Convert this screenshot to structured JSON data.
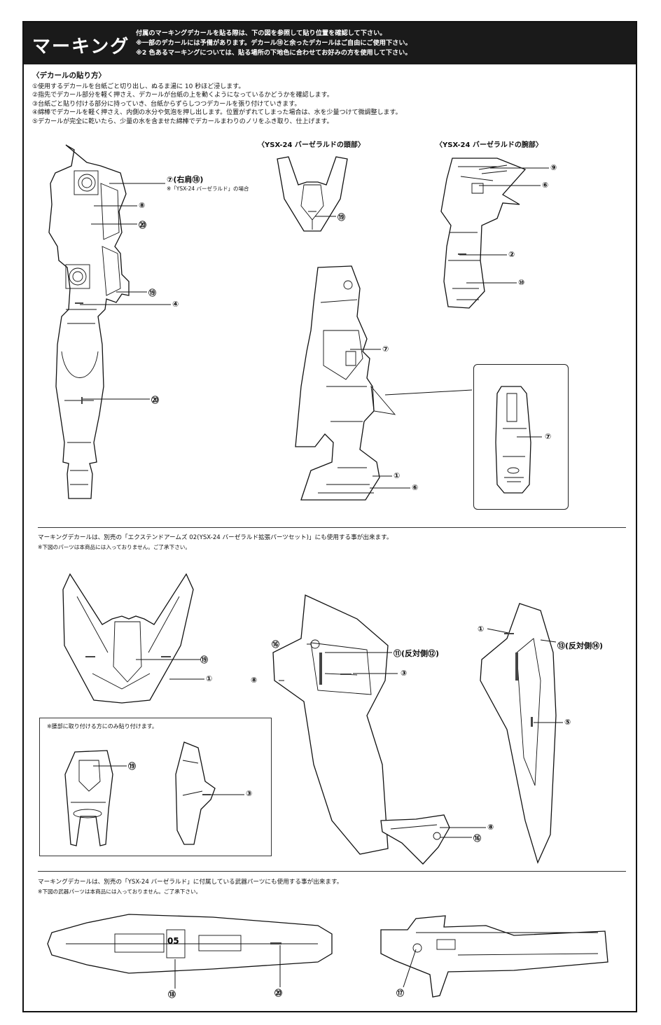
{
  "header": {
    "title": "マーキング",
    "notes": [
      "付属のマーキングデカールを貼る際は、下の図を参照して貼り位置を確認して下さい。",
      "※一部のデカールには予備があります。デカール⑱と余ったデカールはご自由にご使用下さい。",
      "※2 色あるマーキングについては、貼る場所の下地色に合わせてお好みの方を使用して下さい。"
    ]
  },
  "howto": {
    "heading": "〈デカールの貼り方〉",
    "steps": [
      "①使用するデカールを台紙ごと切り出し、ぬるま湯に 10 秒ほど浸します。",
      "②指先でデカール部分を軽く押さえ、デカールが台紙の上を動くようになっているかどうかを確認します。",
      "③台紙ごと貼り付ける部分に持っていき、台紙からずらしつつデカールを張り付けていきます。",
      "④綿棒でデカールを軽く押さえ、内側の水分や気泡を押し出します。位置がずれてしまった場合は、水を少量つけて微調整します。",
      "⑤デカールが完全に乾いたら、少量の水を含ませた綿棒でデカールまわりのノリをふき取り、仕上げます。"
    ]
  },
  "sections": {
    "head_title": "〈YSX-24 バーゼラルドの頭部〉",
    "arm_title": "〈YSX-24 バーゼラルドの腕部〉"
  },
  "labels": {
    "right_shoulder": "⑦(右肩⑱)",
    "right_shoulder_note": "※「YSX-24 バーゼラルド」の場合",
    "n8": "⑧",
    "n20a": "⑳",
    "n19a": "⑲",
    "n4": "④",
    "n20b": "⑳",
    "head19": "⑲",
    "arm9": "⑨",
    "arm6": "⑥",
    "arm2": "②",
    "arm10": "⑩",
    "side7": "⑦",
    "side1": "①",
    "side6": "⑥",
    "inset7": "⑦"
  },
  "extend": {
    "note": "マーキングデカールは、別売の「エクステンドアームズ 02(YSX-24 バーゼラルド拡張パーツセット)」にも使用する事が出来ます。",
    "subnote": "※下図のパーツは本商品には入っておりません。ご了承下さい。",
    "labels": {
      "a19": "⑲",
      "a1": "①",
      "b16": "⑯",
      "b11": "⑪(反対側⑫)",
      "b8": "⑧",
      "b3": "③",
      "c1": "①",
      "c13": "⑬(反対側⑭)",
      "c5": "⑤",
      "d8": "⑧",
      "d16": "⑯"
    },
    "waist_box": {
      "note": "※腰部に取り付ける方にのみ貼り付けます。",
      "l19": "⑲",
      "l3": "③"
    }
  },
  "weapon": {
    "note": "マーキングデカールは、別売の「YSX-24 バーゼラルド」に付属している武器パーツにも使用する事が出来ます。",
    "subnote": "※下図の武器パーツは本商品には入っておりません。ご了承下さい。",
    "w18": "⑱",
    "w20": "⑳",
    "w17": "⑰",
    "stamp": "05"
  }
}
